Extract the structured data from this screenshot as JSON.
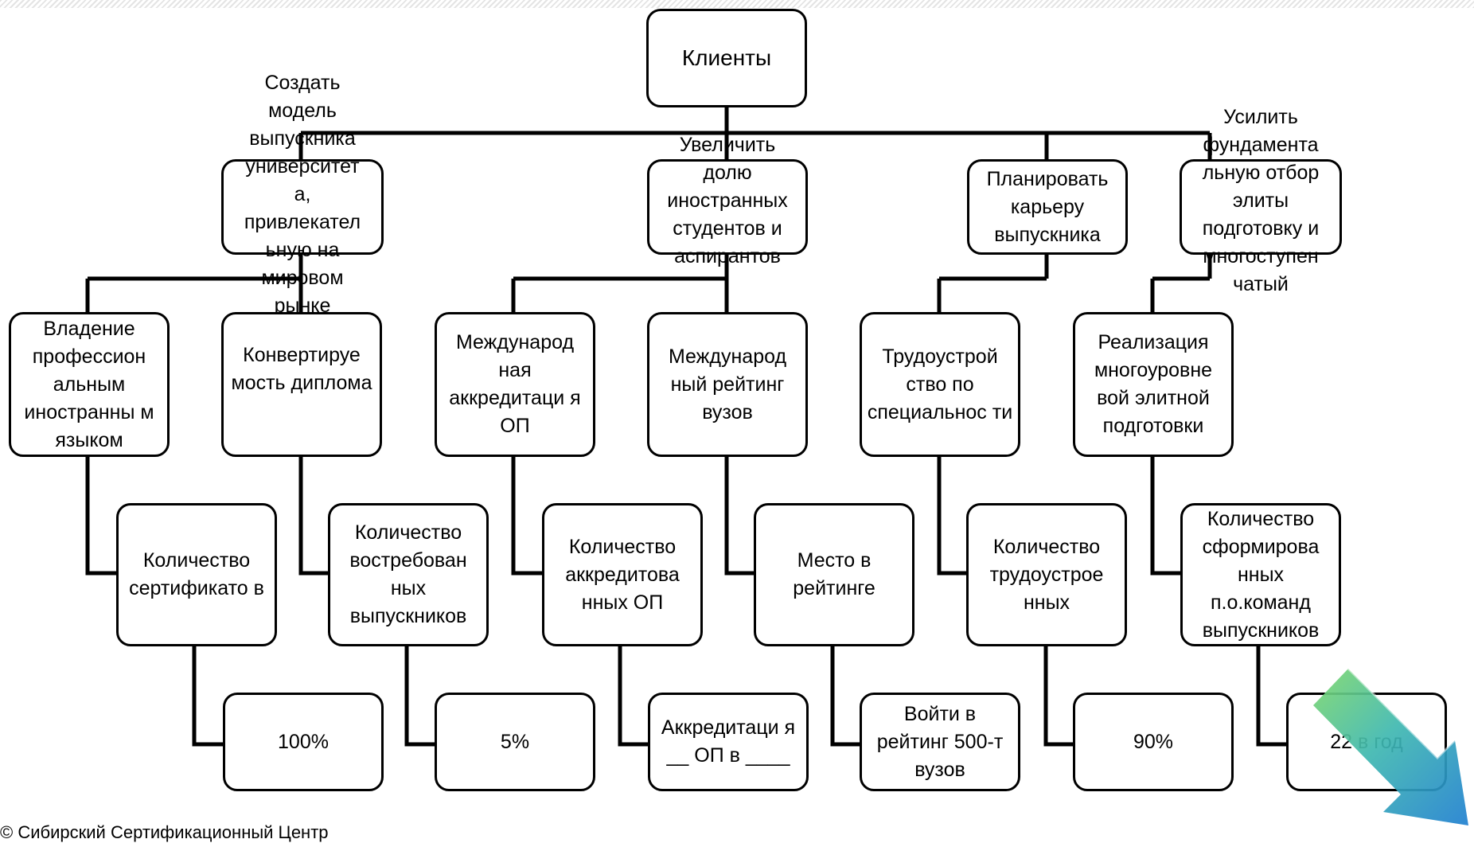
{
  "diagram": {
    "root": "Клиенты",
    "goals": [
      "Создать модель выпускника университет а, привлекател ьную на мировом рынке",
      "Увеличить долю иностранных студентов и аспирантов",
      "Планировать карьеру выпускника",
      "Усилить фундамента льную отбор элиты подготовку и многоступен чатый"
    ],
    "criteria": [
      "Владение профессион альным иностранны м языком",
      "Конвертируе мость диплома",
      "Международ ная аккредитаци я ОП",
      "Международ ный рейтинг вузов",
      "Трудоустрой ство по специальнос ти",
      "Реализация многоуровне вой элитной подготовки"
    ],
    "indicators": [
      "Количество сертификато в",
      "Количество востребован ных выпускников",
      "Количество аккредитова нных ОП",
      "Место в рейтинге",
      "Количество трудоустрое нных",
      "Количество сформирова нных п.о.команд выпускников"
    ],
    "targets": [
      "100%",
      "5%",
      "Аккредитаци я __ ОП в ____",
      "Войти в рейтинг 500-т вузов",
      "90%",
      "22 в год"
    ]
  },
  "footer": "© Сибирский Сертификационный Центр",
  "colors": {
    "line": "#000000",
    "box_border": "#000000",
    "arrow": "#2a8fd6"
  },
  "icons": {
    "next_slide": "arrow-icon"
  }
}
